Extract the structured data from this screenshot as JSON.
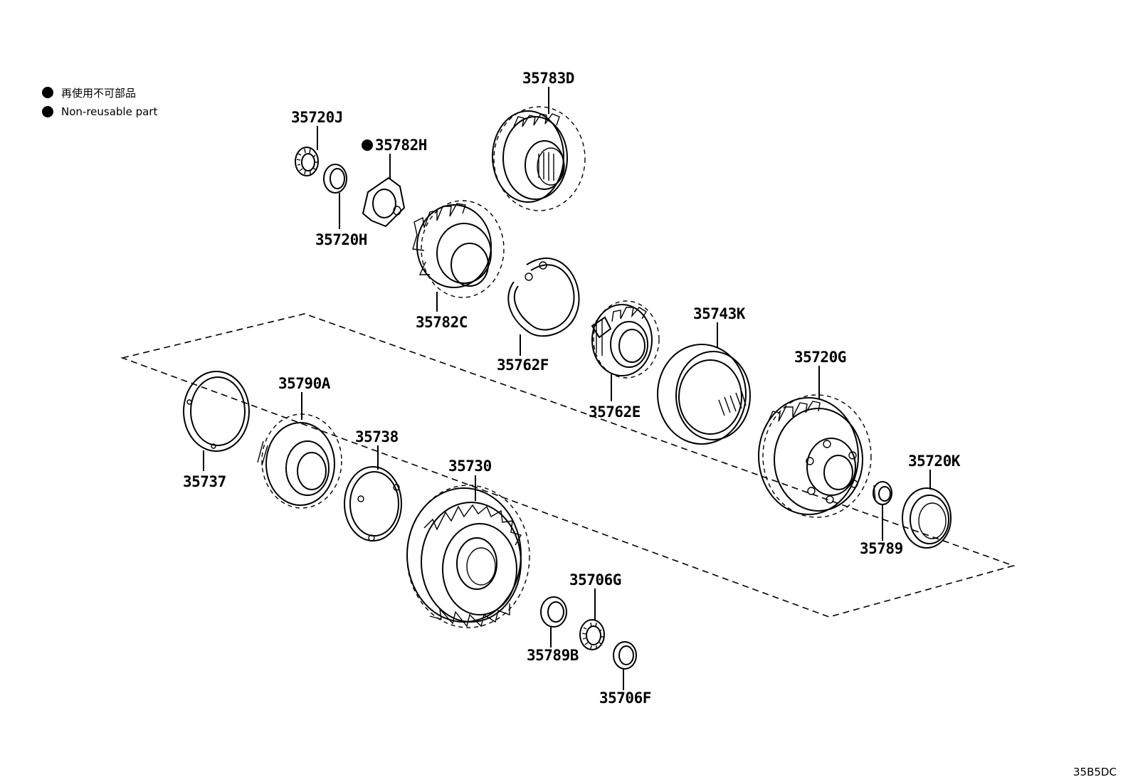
{
  "legend": {
    "items": [
      {
        "text": "再使用不可部品"
      },
      {
        "text": "Non-reusable part"
      }
    ]
  },
  "diagram_code": "35B5DC",
  "parts": [
    {
      "id": "35783D"
    },
    {
      "id": "35720J"
    },
    {
      "id": "35782H",
      "non_reusable": true
    },
    {
      "id": "35720H"
    },
    {
      "id": "35782C"
    },
    {
      "id": "35762F"
    },
    {
      "id": "35743K"
    },
    {
      "id": "35762E"
    },
    {
      "id": "35720G"
    },
    {
      "id": "35790A"
    },
    {
      "id": "35738"
    },
    {
      "id": "35737"
    },
    {
      "id": "35730"
    },
    {
      "id": "35720K"
    },
    {
      "id": "35789"
    },
    {
      "id": "35706G"
    },
    {
      "id": "35789B"
    },
    {
      "id": "35706F"
    }
  ]
}
